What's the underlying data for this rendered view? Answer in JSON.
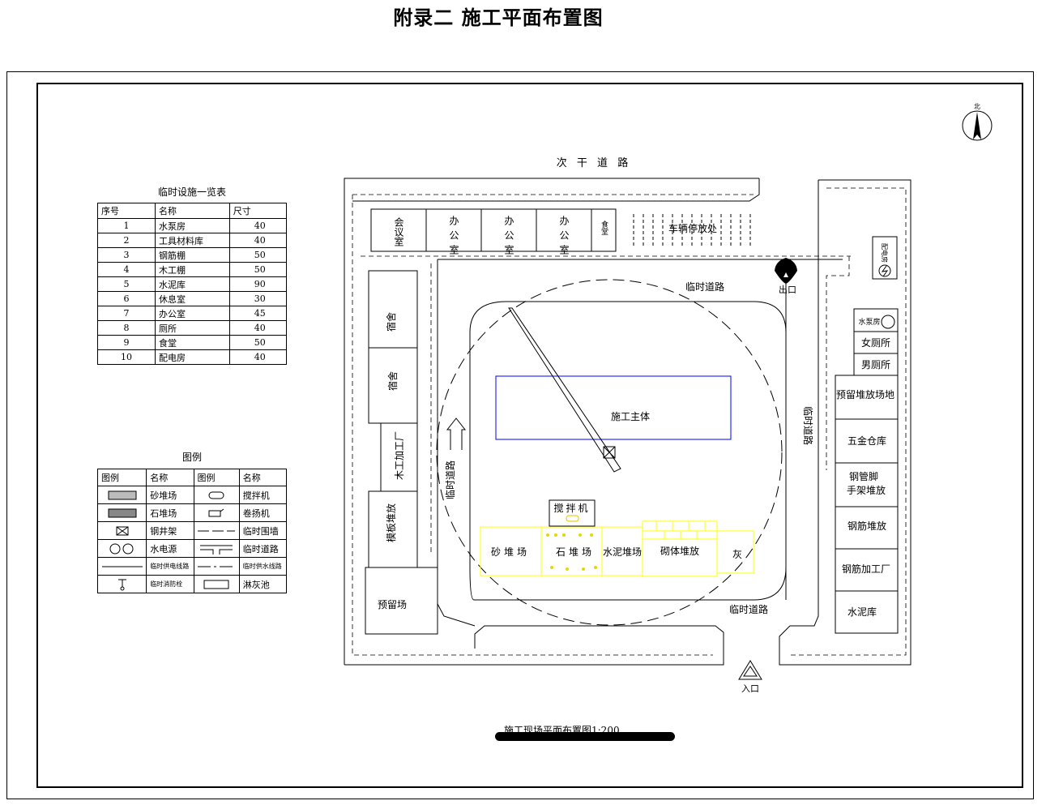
{
  "title": "附录二   施工平面布置图",
  "scale_caption": "施工现场平面布置图1:200",
  "facility_table": {
    "title": "临时设施一览表",
    "headers": [
      "序号",
      "名称",
      "尺寸"
    ],
    "rows": [
      [
        "1",
        "水泵房",
        "40"
      ],
      [
        "2",
        "工具材料库",
        "40"
      ],
      [
        "3",
        "钢筋棚",
        "50"
      ],
      [
        "4",
        "木工棚",
        "50"
      ],
      [
        "5",
        "水泥库",
        "90"
      ],
      [
        "6",
        "休息室",
        "30"
      ],
      [
        "7",
        "办公室",
        "45"
      ],
      [
        "8",
        "厕所",
        "40"
      ],
      [
        "9",
        "食堂",
        "50"
      ],
      [
        "10",
        "配电房",
        "40"
      ]
    ]
  },
  "legend_table": {
    "title": "图例",
    "headers": [
      "图例",
      "名称",
      "图例",
      "名称"
    ],
    "rows": [
      {
        "left_icon": "sand-pattern-icon",
        "left_name": "砂堆场",
        "right_icon": "mixer-icon",
        "right_name": "搅拌机"
      },
      {
        "left_icon": "stone-pattern-icon",
        "left_name": "石堆场",
        "right_icon": "hoist-icon",
        "right_name": "卷扬机"
      },
      {
        "left_icon": "derrick-icon",
        "left_name": "钢井架",
        "right_icon": "fence-line-icon",
        "right_name": "临时围墙"
      },
      {
        "left_icon": "power-source-icon",
        "left_name": "水电源",
        "right_icon": "road-icon",
        "right_name": "临时道路"
      },
      {
        "left_icon": "power-line-icon",
        "left_name": "临时供电线路",
        "right_icon": "water-line-icon",
        "right_name": "临时供水线路"
      },
      {
        "left_icon": "hydrant-icon",
        "left_name": "临时消防栓",
        "right_icon": "lime-pit-icon",
        "right_name": "淋灰池"
      }
    ]
  },
  "plan": {
    "road_top": "次  干  道  路",
    "temp_road": "临时道路",
    "meeting_room": "会议室",
    "office": "办公室",
    "canteen": "食堂",
    "parking": "车辆停放处",
    "exit": "出口",
    "entrance": "入口",
    "dormitory": "宿舍",
    "carpentry": "木工加工厂",
    "formwork": "模板堆放",
    "reserved": "预留场",
    "main_body": "施工主体",
    "mixer": "搅拌机",
    "sand_yard": "砂堆场",
    "stone_yard": "石堆场",
    "cement_yard": "水泥堆场",
    "masonry_yard": "砌体堆放",
    "lime": "灰",
    "substation": "配电房",
    "pump_room": "水泵房",
    "womens_wc": "女厕所",
    "mens_wc": "男厕所",
    "reserved_yard": "预留堆放场地",
    "hardware": "五金仓库",
    "scaffold_1": "钢管脚",
    "scaffold_2": "手架堆放",
    "rebar_store": "钢筋堆放",
    "rebar_factory": "钢筋加工厂",
    "cement_store": "水泥库",
    "north": "北"
  },
  "colors": {
    "main_body": "#0000ff",
    "yards": "#ffff00"
  }
}
